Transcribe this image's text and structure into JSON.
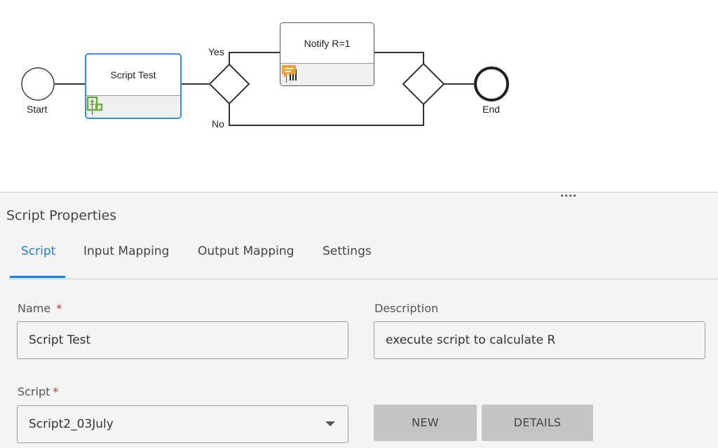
{
  "diagram": {
    "start_label": "Start",
    "end_label": "End",
    "script_task_title": "Script Test",
    "notify_task_title": "Notify R=1",
    "branch_yes": "Yes",
    "branch_no": "No",
    "selected_border_color": "#3d8fd6",
    "script_icon_color": "#6aaa3a",
    "notify_icon_color": "#f0a030"
  },
  "panel": {
    "title": "Script Properties",
    "tabs": [
      {
        "label": "Script",
        "active": true
      },
      {
        "label": "Input Mapping",
        "active": false
      },
      {
        "label": "Output Mapping",
        "active": false
      },
      {
        "label": "Settings",
        "active": false
      }
    ],
    "accent_color": "#2b7bcc",
    "required_color": "#d62d2d",
    "name": {
      "label": "Name",
      "required_mark": "*",
      "value": "Script Test"
    },
    "description": {
      "label": "Description",
      "value": "execute script to calculate R"
    },
    "script": {
      "label": "Script",
      "required_mark": "*",
      "selected": "Script2_03July"
    },
    "new_button": "NEW",
    "details_button": "DETAILS"
  }
}
